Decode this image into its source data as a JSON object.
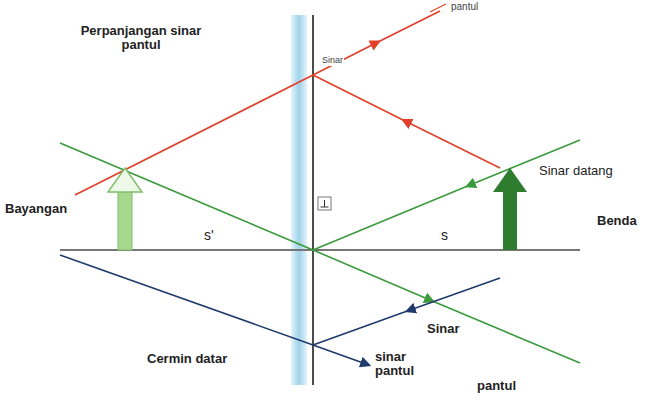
{
  "diagram": {
    "labels": [
      "pantul",
      "Sinar",
      "Perpanjangan sinar pantul",
      "Sinar datang",
      "Bayangan",
      "Benda",
      "s'",
      "s",
      "Cermin datar",
      "Sinar",
      "pantul",
      "sinar pantul"
    ]
  }
}
